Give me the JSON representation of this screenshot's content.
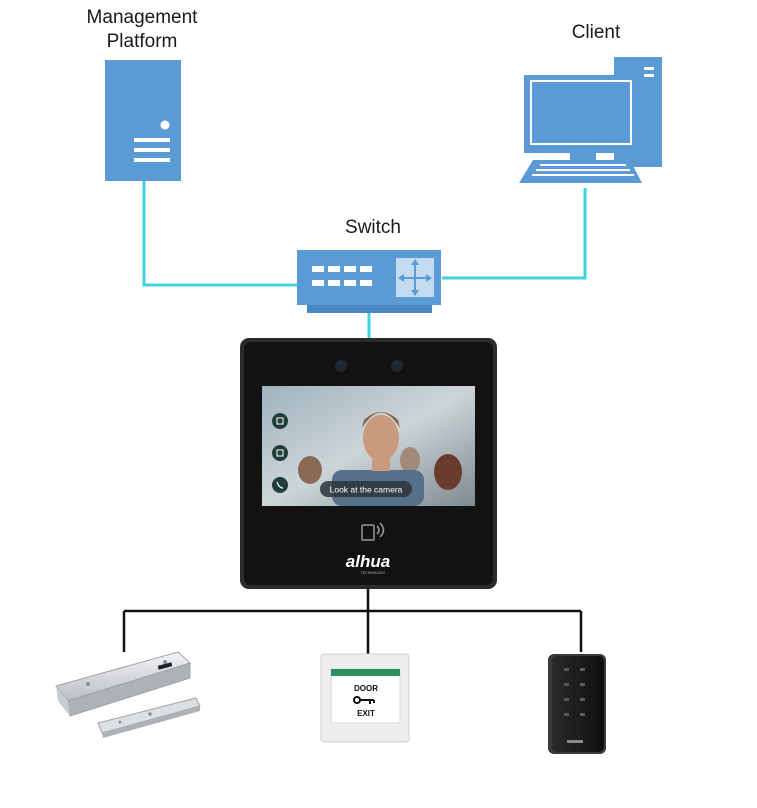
{
  "labels": {
    "management_line1": "Management",
    "management_line2": "Platform",
    "client": "Client",
    "switch": "Switch"
  },
  "device": {
    "brand": "alhua",
    "brand_sub": "TECHNOLOGY",
    "screen_prompt": "Look at the camera"
  },
  "exit_button": {
    "line1": "DOOR",
    "line2": "EXIT"
  },
  "icons": {
    "server": "server-icon",
    "client": "desktop-computer-icon",
    "switch": "network-switch-icon",
    "lock": "magnetic-lock-icon",
    "exit": "exit-button-icon",
    "reader": "card-reader-icon",
    "terminal": "face-recognition-terminal-icon"
  },
  "colors": {
    "device_blue": "#5b9bd5",
    "device_blue_dark": "#4a86bf",
    "network_line": "#3fd3e0",
    "wire": "#111111",
    "terminal_body": "#1c1c1e"
  }
}
